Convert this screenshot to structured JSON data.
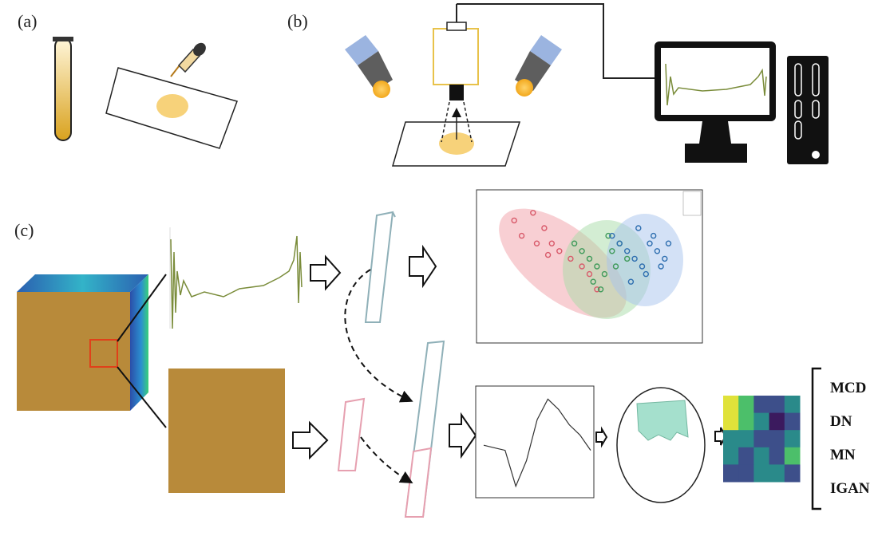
{
  "panels": {
    "a": "(a)",
    "b": "(b)",
    "c": "(c)"
  },
  "classes": [
    "MCD",
    "DN",
    "MN",
    "IGAN"
  ],
  "colors": {
    "sample": "#f2c14e",
    "tube_fill": "#d9a21e",
    "camera_box": "#e8c24a",
    "lamp_body": "#5e5e5e",
    "lamp_cap": "#8fa8d8",
    "lamp_glow": "#f2a81d",
    "cube_face": "#b88a3a",
    "cube_top": "#3aa0c8",
    "cube_side": "#2b5fb0",
    "roi": "#e0401a",
    "vector_blue": "#8fb0b8",
    "vector_pink": "#e6a0b0",
    "ellipse_red": "#f2a0a8",
    "ellipse_green": "#a8dca8",
    "ellipse_blue": "#a8c4ee",
    "spectrum": "#7a8c3a"
  },
  "icons": [
    "test-tube-icon",
    "dropper-icon",
    "lamp-icon",
    "camera-icon",
    "monitor-icon",
    "pc-tower-icon",
    "arrow-right-icon"
  ],
  "chart_data": [
    {
      "type": "scatter",
      "title": "",
      "series": [
        {
          "x": [
            -30,
            -25,
            -22,
            -20,
            -18,
            -15,
            -12,
            -10,
            -8,
            -28,
            -24,
            -21
          ],
          "y": [
            12,
            14,
            10,
            6,
            4,
            2,
            0,
            -2,
            -6,
            8,
            6,
            3
          ]
        },
        {
          "x": [
            -14,
            -12,
            -10,
            -8,
            -6,
            -4,
            -2,
            0,
            -9,
            -5,
            -7,
            -3
          ],
          "y": [
            6,
            4,
            2,
            0,
            -2,
            4,
            6,
            2,
            -4,
            8,
            -6,
            0
          ]
        },
        {
          "x": [
            -4,
            -2,
            0,
            2,
            4,
            6,
            8,
            10,
            3,
            5,
            7,
            9,
            1,
            11
          ],
          "y": [
            8,
            6,
            4,
            2,
            0,
            6,
            4,
            2,
            10,
            -2,
            8,
            0,
            -4,
            6
          ]
        }
      ]
    },
    {
      "type": "line",
      "title": "",
      "x": [
        0,
        1,
        2,
        3,
        4,
        5,
        6,
        7,
        8,
        9,
        10
      ],
      "y": [
        0.1,
        0.05,
        0.0,
        -0.7,
        -0.2,
        0.6,
        1.0,
        0.8,
        0.5,
        0.3,
        0.0
      ]
    },
    {
      "type": "heatmap",
      "title": "",
      "values": [
        [
          0.9,
          0.7,
          0.3,
          0.2,
          0.5
        ],
        [
          0.8,
          0.6,
          0.4,
          0.1,
          0.3
        ],
        [
          0.5,
          0.4,
          0.2,
          0.3,
          0.4
        ],
        [
          0.4,
          0.3,
          0.5,
          0.2,
          0.6
        ],
        [
          0.3,
          0.2,
          0.4,
          0.5,
          0.3
        ]
      ]
    }
  ]
}
